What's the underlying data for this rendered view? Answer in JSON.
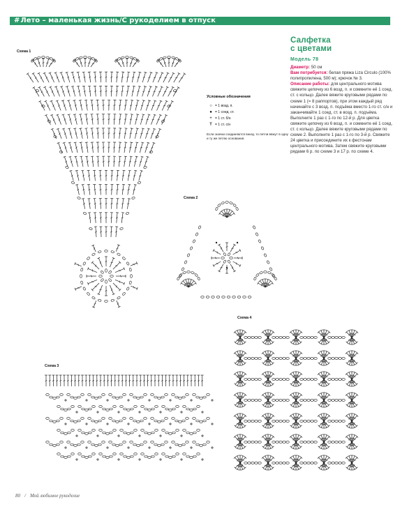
{
  "header": {
    "hash": "#",
    "title": "Лето – маленькая жизнь/С рукоделием в отпуск",
    "color": "#2a9a69"
  },
  "article": {
    "title_line1": "Салфетка",
    "title_line2": "с цветами",
    "model": "Модель 78",
    "diameter_label": "Диаметр:",
    "diameter_value": " 50 см",
    "materials_label": "Вам потребуется:",
    "materials_value": " белая пряжа Liza Circulo (100% полипропилена, 500 м); крючок № 3.",
    "description_label": "Описание работы:",
    "description_value": " для центрального мотива свяжите цепочку из 6 возд. п. и сомкните её 1 соед. ст. с кольцо. Далее вяжите круговыми рядами по схеме 1 (= 8 раппортов), при этом каждый ряд начинайте с 3 возд. п. подъёма вместо 1-го ст. с/н и заканчивайте 1 соед. ст. в возд. п. подъёма. Выполните 1 раз с 1-го по 12-й р. Для цветка свяжите цепочку из 6 возд. п. и сомкните её 1 соед. ст. с кольцо. Далее вяжите круговыми рядами по схеме 2. Выполните 1 раз с 1-го по 3-й р. Свяжите 24 цветка и присоедините их к фестонам центрального мотива. Затем свяжите круговыми рядами 6 р. по схеме 3 и 17 р. по схеме 4.",
    "accent_color": "#d8145c"
  },
  "schemes": {
    "s1": "Схема 1",
    "s2": "Схема 2",
    "s3": "Схема 3",
    "s4": "Схема 4"
  },
  "legend": {
    "title": "Условные обозначения",
    "items": [
      {
        "symbol": "○",
        "icon": "chain-stitch-icon",
        "label": "= 1 возд. п."
      },
      {
        "symbol": "●",
        "icon": "slip-stitch-icon",
        "label": "= 1 соед. ст."
      },
      {
        "symbol": "+",
        "icon": "single-crochet-icon",
        "label": "= 1 ст. б/н"
      },
      {
        "symbol": "Ŧ",
        "icon": "double-crochet-icon",
        "label": "= 1 ст. с/н"
      }
    ],
    "note": "Если значки соединяются внизу, то петли вяжут в одну и ту же петлю основания."
  },
  "footer": {
    "page_number": "80",
    "separator": "/",
    "magazine": "Мой любимое рукоделие"
  }
}
